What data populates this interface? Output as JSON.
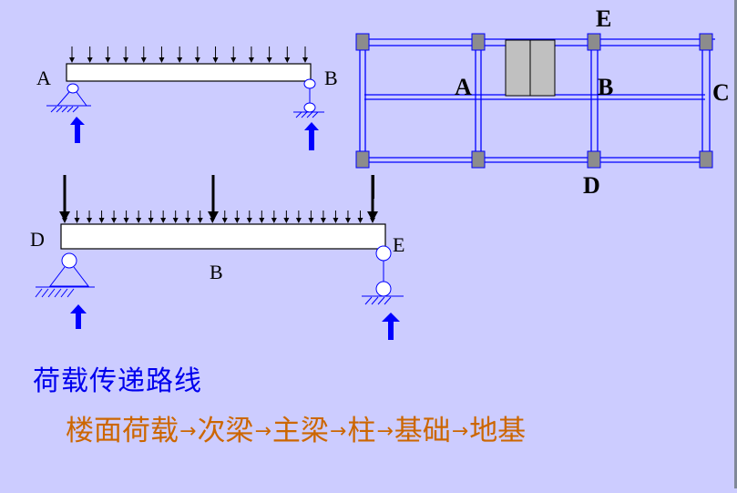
{
  "colors": {
    "background": "#ccccff",
    "structure_blue": "#0000ff",
    "column_gray": "#8c8c8c",
    "slab_gray": "#c0c0c0",
    "title_blue": "#0000ee",
    "path_orange": "#cc6600"
  },
  "beam_ab": {
    "left_label": "A",
    "right_label": "B",
    "left_support": "pin",
    "right_support": "link",
    "distributed_load_arrow_count": 14
  },
  "beam_de": {
    "left_label": "D",
    "right_label": "E",
    "mid_label": "B",
    "left_support": "pin",
    "right_support": "link",
    "distributed_load_arrow_count": 26,
    "point_load_count": 3
  },
  "plan": {
    "labels": {
      "top": "E",
      "left_mid": "A",
      "right_mid": "B",
      "far_right": "C",
      "bottom": "D"
    },
    "columns_per_row": 4,
    "rows": 2
  },
  "text": {
    "title": "荷载传递路线",
    "path": [
      "楼面荷载",
      "次梁",
      "主梁",
      "柱",
      "基础",
      "地基"
    ],
    "arrow": "→"
  }
}
